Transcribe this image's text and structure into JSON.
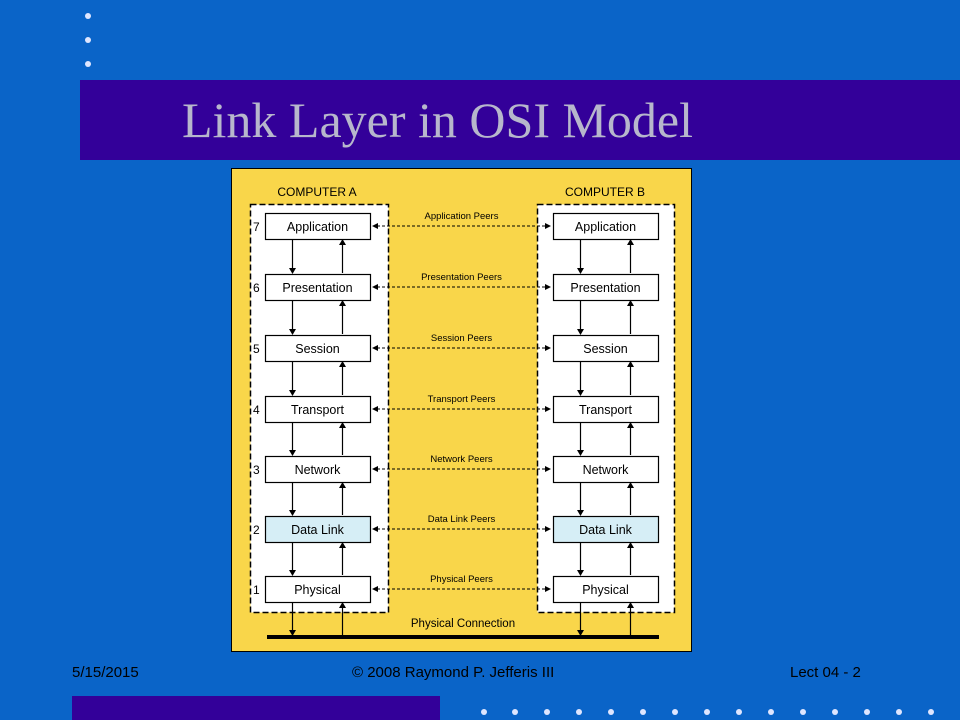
{
  "slide": {
    "title": "Link Layer in OSI Model",
    "footer_date": "5/15/2015",
    "footer_copyright": "© 2008 Raymond P. Jefferis III",
    "footer_page": "Lect 04 - 2"
  },
  "diagram": {
    "computer_a": "COMPUTER A",
    "computer_b": "COMPUTER B",
    "layers": [
      {
        "num": "7",
        "name": "Application",
        "peer": "Application Peers"
      },
      {
        "num": "6",
        "name": "Presentation",
        "peer": "Presentation Peers"
      },
      {
        "num": "5",
        "name": "Session",
        "peer": "Session Peers"
      },
      {
        "num": "4",
        "name": "Transport",
        "peer": "Transport Peers"
      },
      {
        "num": "3",
        "name": "Network",
        "peer": "Network Peers"
      },
      {
        "num": "2",
        "name": "Data Link",
        "peer": "Data Link Peers",
        "highlight": true
      },
      {
        "num": "1",
        "name": "Physical",
        "peer": "Physical Peers"
      }
    ],
    "physical_connection": "Physical Connection"
  },
  "colors": {
    "background": "#0a64c8",
    "title_band": "#330099",
    "diagram_background": "#f9d64a",
    "highlight_layer": "#d6eef6"
  }
}
